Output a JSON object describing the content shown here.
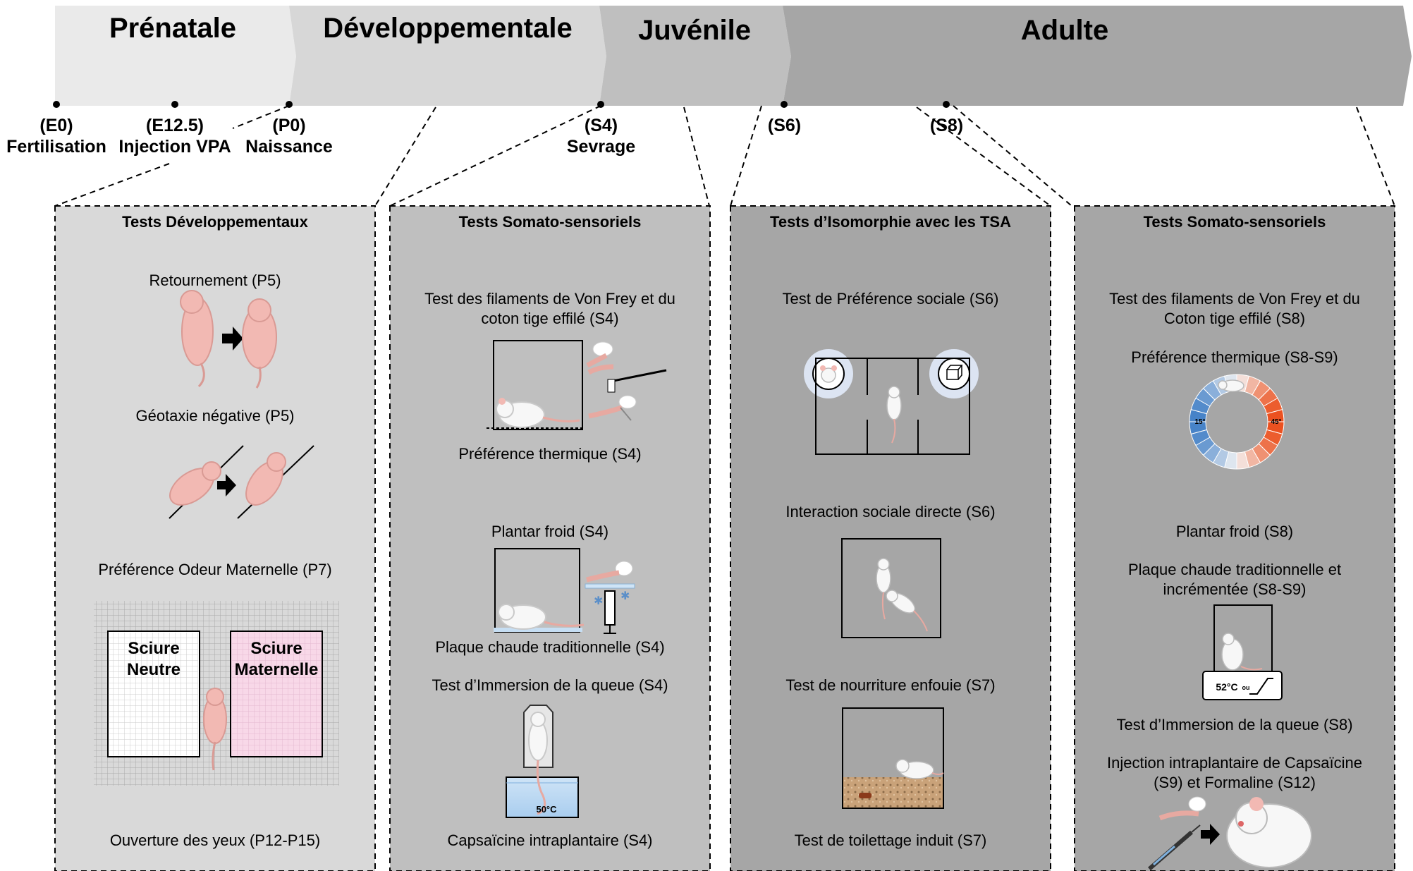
{
  "phases": [
    {
      "label": "Prénatale",
      "fill": "#eaeaea"
    },
    {
      "label": "Développementale",
      "fill": "#d7d7d7"
    },
    {
      "label": "Juvénile",
      "fill": "#bfbfbf"
    },
    {
      "label": "Adulte",
      "fill": "#a6a6a6"
    }
  ],
  "milestones": [
    {
      "code": "(E0)",
      "label": "Fertilisation"
    },
    {
      "code": "(E12.5)",
      "label": "Injection VPA"
    },
    {
      "code": "(P0)",
      "label": "Naissance"
    },
    {
      "code": "(S4)",
      "label": "Sevrage"
    },
    {
      "code": "(S6)",
      "label": ""
    },
    {
      "code": "(S8)",
      "label": ""
    }
  ],
  "panels": [
    {
      "title": "Tests Développementaux",
      "fill": "#d9d9d9",
      "items": [
        "Retournement (P5)",
        "Géotaxie négative (P5)",
        "Préférence Odeur Maternelle (P7)",
        "Ouverture des yeux (P12-P15)"
      ],
      "boxes": [
        "Sciure\nNeutre",
        "Sciure\nMaternelle"
      ]
    },
    {
      "title": "Tests Somato-sensoriels",
      "fill": "#bfbfbf",
      "items": [
        "Test des filaments de Von Frey  et du\ncoton tige effilé (S4)",
        "Préférence thermique (S4)",
        "Plantar  froid (S4)",
        "Plaque chaude traditionnelle (S4)",
        "Test d’Immersion de la queue (S4)",
        "Capsaïcine intraplantaire  (S4)"
      ],
      "temp": "50°C"
    },
    {
      "title": "Tests d’Isomorphie avec les TSA",
      "fill": "#a6a6a6",
      "items": [
        "Test de Préférence sociale (S6)",
        "Interaction sociale directe (S6)",
        "Test de nourriture enfouie  (S7)",
        "Test de toilettage induit (S7)"
      ]
    },
    {
      "title": "Tests Somato-sensoriels",
      "fill": "#a6a6a6",
      "items": [
        "Test des filaments de Von Frey et du\nCoton tige effilé (S8)",
        "Préférence thermique (S8-S9)",
        "Plantar froid (S8)",
        "Plaque chaude traditionnelle et\nincrémentée (S8-S9)",
        "Test d’Immersion de la queue (S8)",
        "Injection intraplantaire  de Capsaïcine\n(S9) et Formaline (S12)"
      ],
      "wheel_low": "15°",
      "wheel_high": "45°",
      "plate": "52°C",
      "plate_or": "ou"
    }
  ],
  "icons": [
    "mouse-pup-icon",
    "arrow-right-icon",
    "mouse-icon",
    "rat-icon",
    "brush-icon",
    "filament-icon",
    "syringe-icon",
    "snowflake-icon",
    "beaker-icon",
    "cage-icon",
    "object-icon",
    "thermal-wheel-icon",
    "hot-plate-icon",
    "ramp-icon"
  ]
}
